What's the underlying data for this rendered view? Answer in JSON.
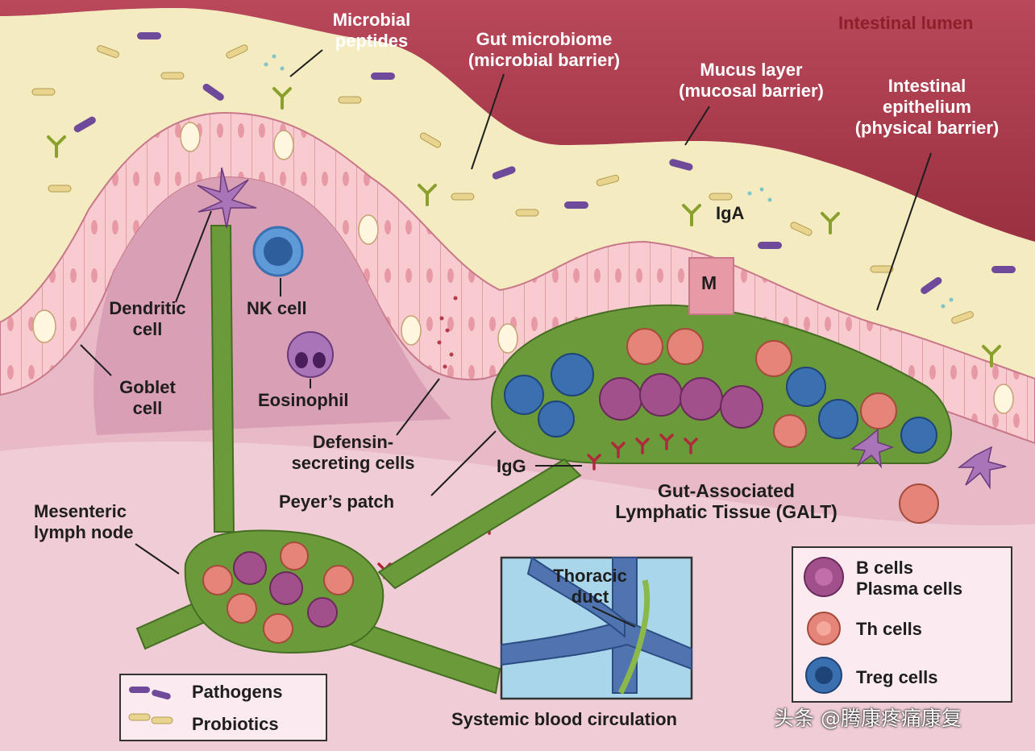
{
  "labels": {
    "intestinal_lumen": "Intestinal lumen",
    "microbial_peptides_1": "Microbial",
    "microbial_peptides_2": "peptides",
    "gut_microbiome_1": "Gut microbiome",
    "gut_microbiome_2": "(microbial barrier)",
    "mucus_layer_1": "Mucus layer",
    "mucus_layer_2": "(mucosal barrier)",
    "epithelium_1": "Intestinal",
    "epithelium_2": "epithelium",
    "epithelium_3": "(physical barrier)",
    "iga": "IgA",
    "m_cell": "M",
    "dendritic_1": "Dendritic",
    "dendritic_2": "cell",
    "nk_cell": "NK cell",
    "goblet_1": "Goblet",
    "goblet_2": "cell",
    "eosinophil": "Eosinophil",
    "defensin_1": "Defensin-",
    "defensin_2": "secreting cells",
    "igg": "IgG",
    "peyers_patch": "Peyer’s patch",
    "galt_1": "Gut-Associated",
    "galt_2": "Lymphatic Tissue (GALT)",
    "mesenteric_1": "Mesenteric",
    "mesenteric_2": "lymph node",
    "thoracic_1": "Thoracic",
    "thoracic_2": "duct",
    "systemic": "Systemic blood circulation"
  },
  "legend_left": {
    "pathogens": "Pathogens",
    "probiotics": "Probiotics"
  },
  "legend_right": {
    "b_cells_1": "B cells",
    "b_cells_2": "Plasma cells",
    "th_cells": "Th cells",
    "treg_cells": "Treg cells"
  },
  "watermark": "头条 @腾康疼痛康复",
  "colors": {
    "lumen": "#a43a4a",
    "mucus": "#f4ecc0",
    "epithelium": "#f7cbd0",
    "lamina": "#d99fb4",
    "lymphatic": "#6a9a3a",
    "b_cell": "#a2508c",
    "th_cell": "#e58478",
    "treg_cell": "#2e5e9c",
    "pathogen": "#6f4a9a",
    "probiotic": "#e8d48f",
    "blood_vessel": "#4f74b0"
  }
}
